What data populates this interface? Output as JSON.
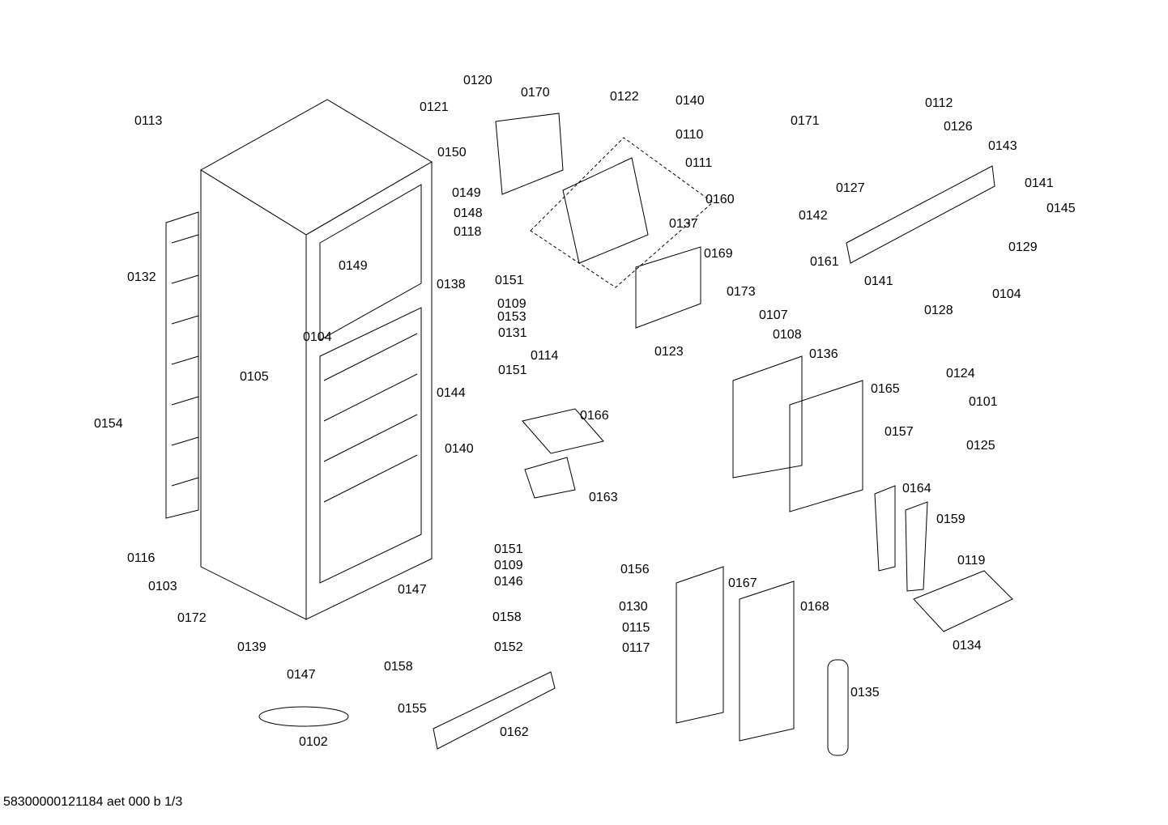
{
  "diagram": {
    "part_labels": [
      "0120",
      "0170",
      "0121",
      "0122",
      "0140",
      "0112",
      "0113",
      "0171",
      "0126",
      "0110",
      "0150",
      "0143",
      "0111",
      "0127",
      "0149",
      "0160",
      "0141",
      "0148",
      "0145",
      "0142",
      "0118",
      "0137",
      "0129",
      "0149",
      "0169",
      "0161",
      "0132",
      "0138",
      "0151",
      "0141",
      "0104",
      "0173",
      "0128",
      "0109",
      "0107",
      "0153",
      "0104",
      "0131",
      "0108",
      "0123",
      "0114",
      "0136",
      "0105",
      "0151",
      "0124",
      "0144",
      "0165",
      "0101",
      "0166",
      "0154",
      "0157",
      "0125",
      "0140",
      "0164",
      "0163",
      "0159",
      "0151",
      "0116",
      "0119",
      "0109",
      "0156",
      "0167",
      "0146",
      "0103",
      "0147",
      "0168",
      "0130",
      "0158",
      "0172",
      "0115",
      "0134",
      "0139",
      "0117",
      "0152",
      "0158",
      "0147",
      "0135",
      "0155",
      "0162",
      "0102"
    ],
    "footer": "58300000121184 aet 000 b 1/3"
  }
}
